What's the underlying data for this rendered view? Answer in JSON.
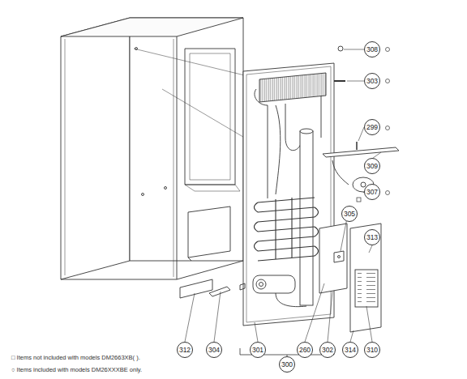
{
  "diagram": {
    "nodes": [
      {
        "text": [
          "308"
        ]
      },
      {
        "text": [
          "303"
        ]
      },
      {
        "text": [
          "299"
        ]
      },
      {
        "text": [
          "309"
        ]
      },
      {
        "text": [
          "307"
        ]
      },
      {
        "text": [
          "305"
        ]
      },
      {
        "text": [
          "313"
        ]
      },
      {
        "text": [
          "312"
        ]
      },
      {
        "text": [
          "304"
        ]
      },
      {
        "text": [
          "301"
        ]
      },
      {
        "text": [
          "260"
        ]
      },
      {
        "text": [
          "302"
        ]
      },
      {
        "text": [
          "314"
        ]
      },
      {
        "text": [
          "310"
        ]
      },
      {
        "text": [
          "300"
        ]
      }
    ],
    "labels": [
      "□ Items not included with models DM2663XB( ).",
      "○ Items included with models DM26XXXBE only."
    ]
  }
}
